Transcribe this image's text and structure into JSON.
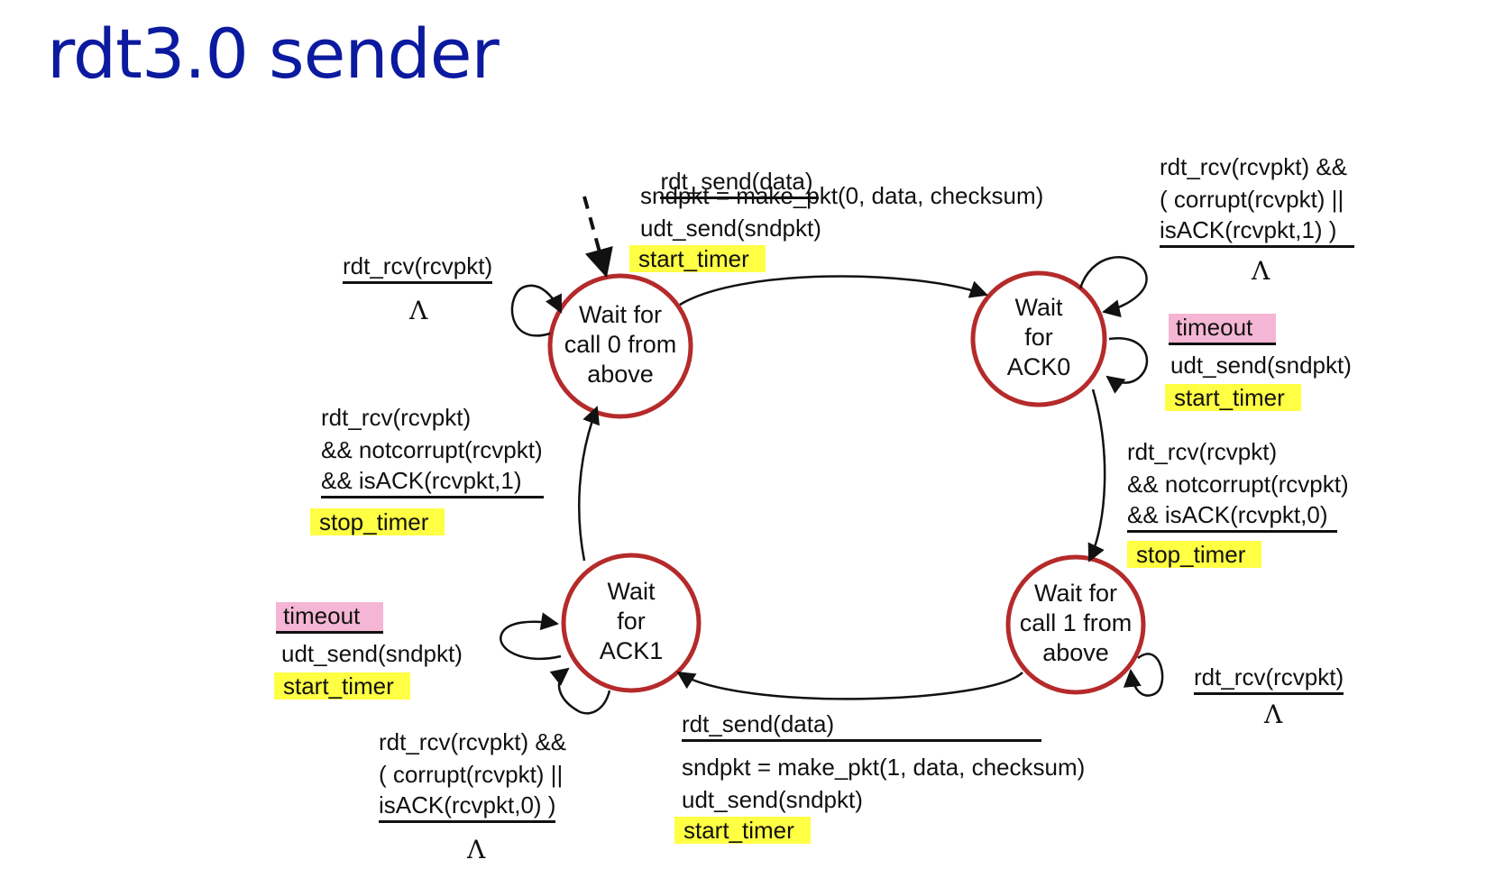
{
  "title": "rdt3.0 sender",
  "colors": {
    "title": "#0b1a9e",
    "state_border": "#b52a2a",
    "highlight_yellow": "#ffff44",
    "highlight_pink": "#f4b6d4"
  },
  "states": {
    "wait_call0": "Wait for\ncall 0 from\nabove",
    "wait_ack0": "Wait\nfor\nACK0",
    "wait_call1": "Wait for\ncall 1 from\nabove",
    "wait_ack1": "Wait\nfor\nACK1"
  },
  "lambda": "Λ",
  "transitions": {
    "call0_to_ack0": {
      "event": "rdt_send(data)",
      "actions": [
        "sndpkt = make_pkt(0, data, checksum)",
        "udt_send(sndpkt)"
      ],
      "timer": "start_timer"
    },
    "call0_self": {
      "event": "rdt_rcv(rcvpkt)"
    },
    "ack0_self_corrupt": {
      "event": [
        "rdt_rcv(rcvpkt) &&",
        "( corrupt(rcvpkt) ||",
        "isACK(rcvpkt,1) )"
      ]
    },
    "ack0_timeout": {
      "event": "timeout",
      "action": "udt_send(sndpkt)",
      "timer": "start_timer"
    },
    "ack0_to_call1": {
      "event": [
        "rdt_rcv(rcvpkt)",
        "&& notcorrupt(rcvpkt)",
        "&& isACK(rcvpkt,0)"
      ],
      "timer": "stop_timer"
    },
    "call1_self": {
      "event": "rdt_rcv(rcvpkt)"
    },
    "call1_to_ack1": {
      "event": "rdt_send(data)",
      "actions": [
        "sndpkt = make_pkt(1, data, checksum)",
        "udt_send(sndpkt)"
      ],
      "timer": "start_timer"
    },
    "ack1_timeout": {
      "event": "timeout",
      "action": "udt_send(sndpkt)",
      "timer": "start_timer"
    },
    "ack1_self_corrupt": {
      "event": [
        "rdt_rcv(rcvpkt) &&",
        "( corrupt(rcvpkt) ||",
        "isACK(rcvpkt,0) )"
      ]
    },
    "ack1_to_call0": {
      "event": [
        "rdt_rcv(rcvpkt)",
        "&& notcorrupt(rcvpkt)",
        "&& isACK(rcvpkt,1)"
      ],
      "timer": "stop_timer"
    }
  }
}
